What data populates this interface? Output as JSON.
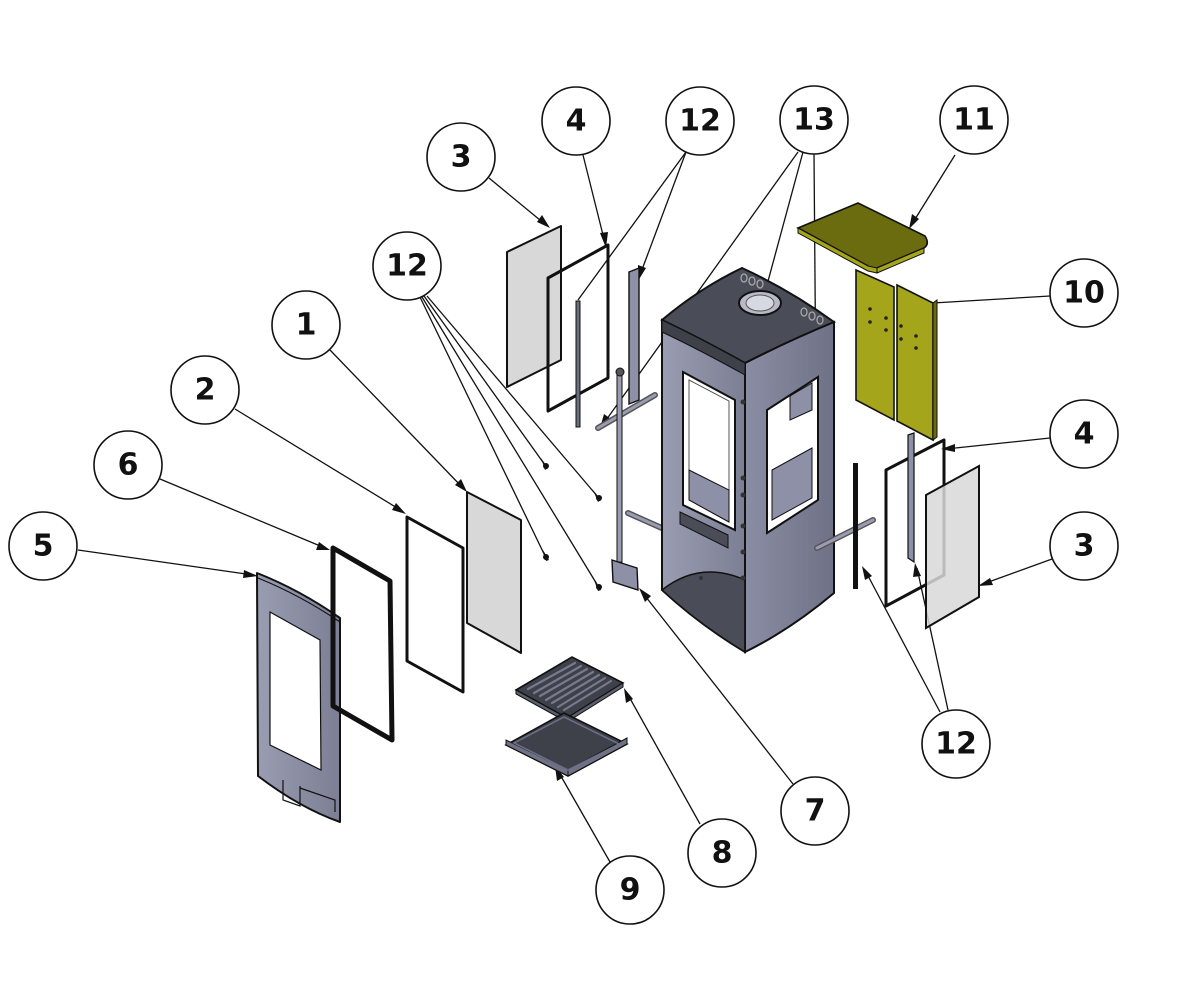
{
  "diagram": {
    "type": "exploded-parts-view",
    "subject": "wood-burning stove",
    "colors": {
      "body": "#8d90a6",
      "body_dark": "#5c5f70",
      "top_plate": "#4a4c58",
      "glass": "#d8d8d8",
      "vermiculite": "#a5a51c",
      "vermiculite_dark": "#6b6b10",
      "grate": "#3e404a",
      "line": "#111111"
    },
    "callouts": [
      {
        "id": "c1",
        "label": "1"
      },
      {
        "id": "c2",
        "label": "2"
      },
      {
        "id": "c3a",
        "label": "3"
      },
      {
        "id": "c3b",
        "label": "3"
      },
      {
        "id": "c4a",
        "label": "4"
      },
      {
        "id": "c4b",
        "label": "4"
      },
      {
        "id": "c5",
        "label": "5"
      },
      {
        "id": "c6",
        "label": "6"
      },
      {
        "id": "c7",
        "label": "7"
      },
      {
        "id": "c8",
        "label": "8"
      },
      {
        "id": "c9",
        "label": "9"
      },
      {
        "id": "c10",
        "label": "10"
      },
      {
        "id": "c11",
        "label": "11"
      },
      {
        "id": "c12a",
        "label": "12"
      },
      {
        "id": "c12b",
        "label": "12"
      },
      {
        "id": "c12c",
        "label": "12"
      },
      {
        "id": "c13",
        "label": "13"
      }
    ]
  }
}
